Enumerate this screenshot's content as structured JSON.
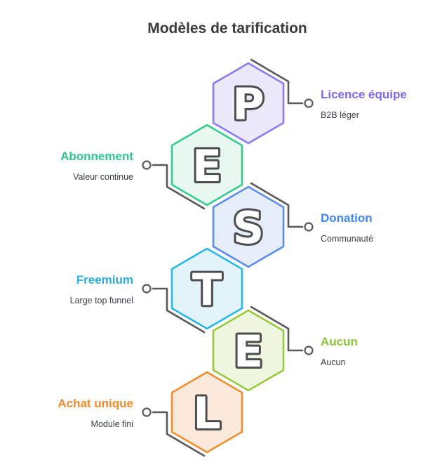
{
  "title": "Modèles de tarification",
  "colors": {
    "connector": "#595959",
    "letter_fill": "#ffffff",
    "letter_outline": "#4d4d4d",
    "title_text": "#3a3a3a",
    "sublabel_text": "#3c4043",
    "background": "#ffffff"
  },
  "items": [
    {
      "letter": "P",
      "side": "right",
      "label": "Licence équipe",
      "sublabel": "B2B léger",
      "label_color": "#7c68ee",
      "border": "#8a7bf5",
      "fill": "#ece9fc"
    },
    {
      "letter": "E",
      "side": "left",
      "label": "Abonnement",
      "sublabel": "Valeur continue",
      "label_color": "#2dc78d",
      "border": "#34cd8c",
      "fill": "#e6f8ef"
    },
    {
      "letter": "S",
      "side": "right",
      "label": "Donation",
      "sublabel": "Communauté",
      "label_color": "#4285f4",
      "border": "#5a8cf0",
      "fill": "#e7eefb"
    },
    {
      "letter": "T",
      "side": "left",
      "label": "Freemium",
      "sublabel": "Large top funnel",
      "label_color": "#2cafe0",
      "border": "#29b6e8",
      "fill": "#e2f3fa"
    },
    {
      "letter": "E",
      "side": "right",
      "label": "Aucun",
      "sublabel": "Aucun",
      "label_color": "#8cc63e",
      "border": "#97c93e",
      "fill": "#eff6e0"
    },
    {
      "letter": "L",
      "side": "left",
      "label": "Achat unique",
      "sublabel": "Module fini",
      "label_color": "#f08a2b",
      "border": "#ef8f2e",
      "fill": "#fbeadb"
    }
  ]
}
